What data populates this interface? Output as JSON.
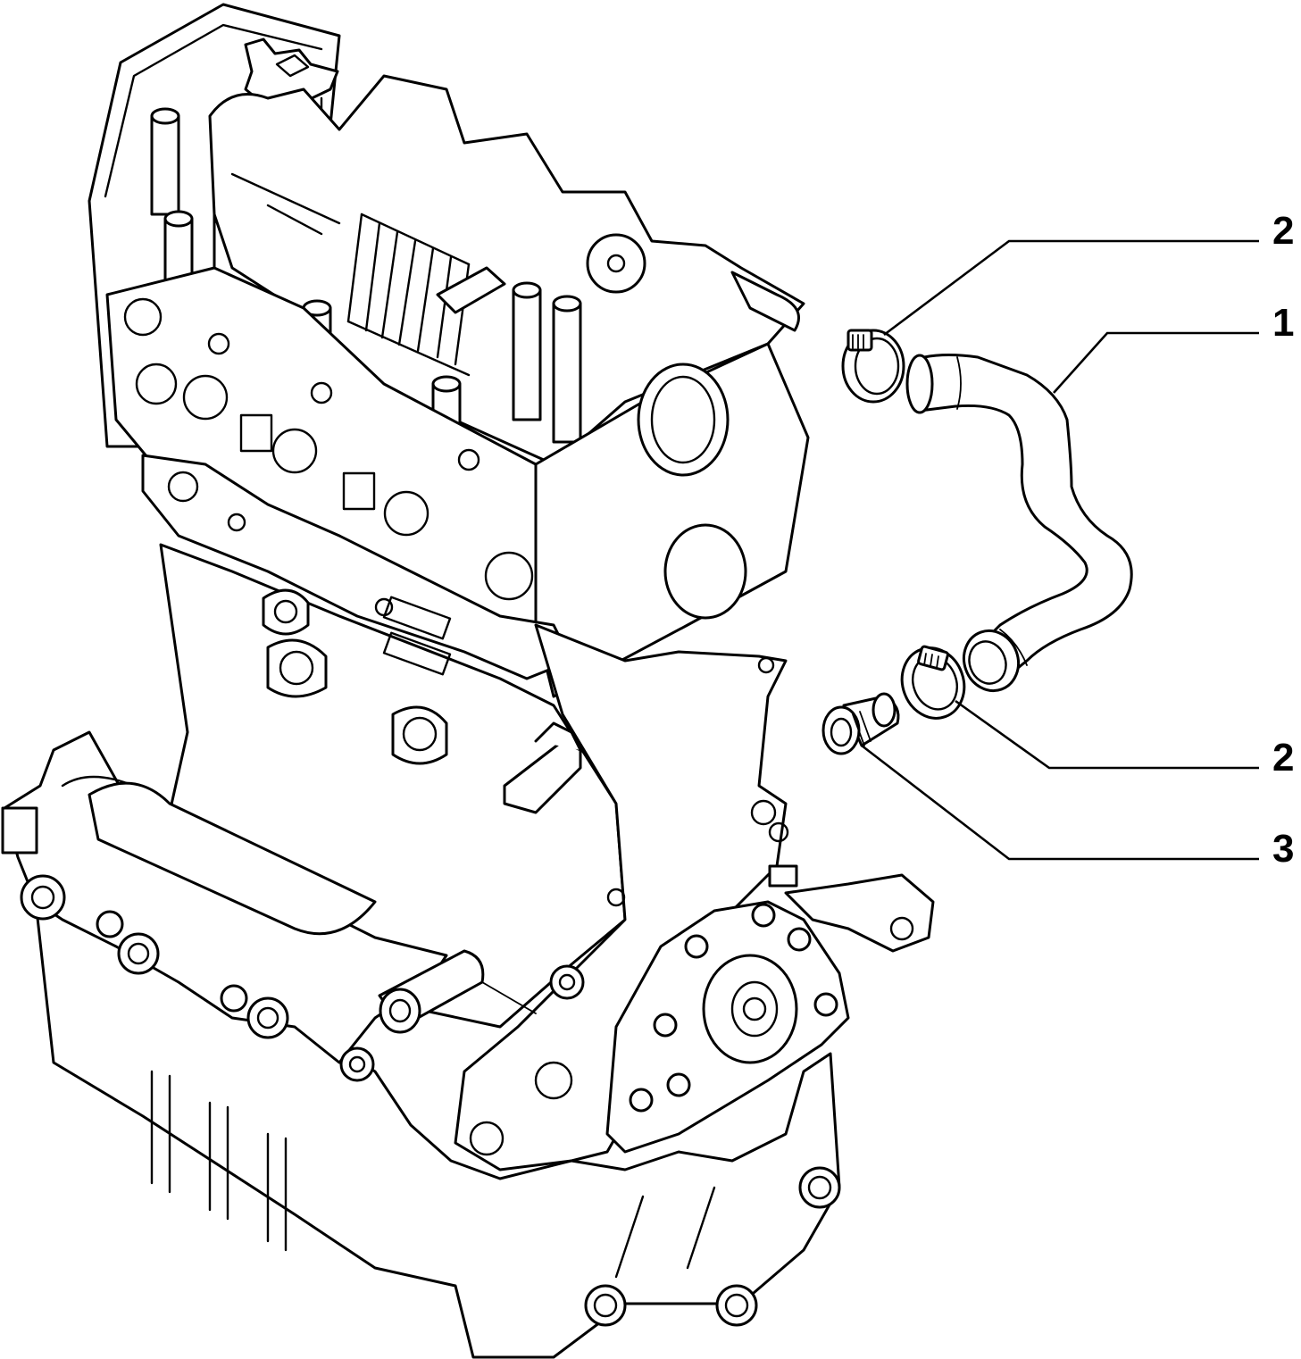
{
  "diagram": {
    "callouts": [
      {
        "id": "c2-top",
        "label": "2"
      },
      {
        "id": "c1",
        "label": "1"
      },
      {
        "id": "c2-bottom",
        "label": "2"
      },
      {
        "id": "c3",
        "label": "3"
      }
    ]
  }
}
